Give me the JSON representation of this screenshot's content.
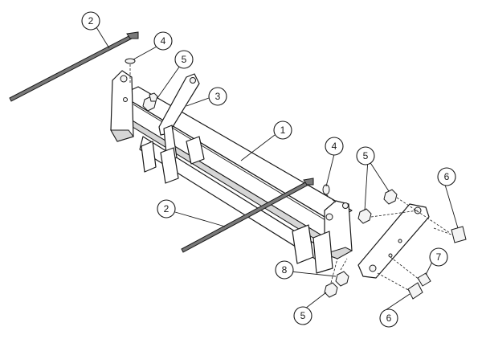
{
  "callouts": [
    {
      "id": "c1",
      "label": "1"
    },
    {
      "id": "c2a",
      "label": "2"
    },
    {
      "id": "c2b",
      "label": "2"
    },
    {
      "id": "c3",
      "label": "3"
    },
    {
      "id": "c4a",
      "label": "4"
    },
    {
      "id": "c4b",
      "label": "4"
    },
    {
      "id": "c5a",
      "label": "5"
    },
    {
      "id": "c5b",
      "label": "5"
    },
    {
      "id": "c5c",
      "label": "5"
    },
    {
      "id": "c6a",
      "label": "6"
    },
    {
      "id": "c6b",
      "label": "6"
    },
    {
      "id": "c7",
      "label": "7"
    },
    {
      "id": "c8",
      "label": "8"
    }
  ],
  "colors": {
    "line": "#1a1a1a",
    "rod": "#7a7a7a",
    "shade": "#d6d6d6"
  }
}
